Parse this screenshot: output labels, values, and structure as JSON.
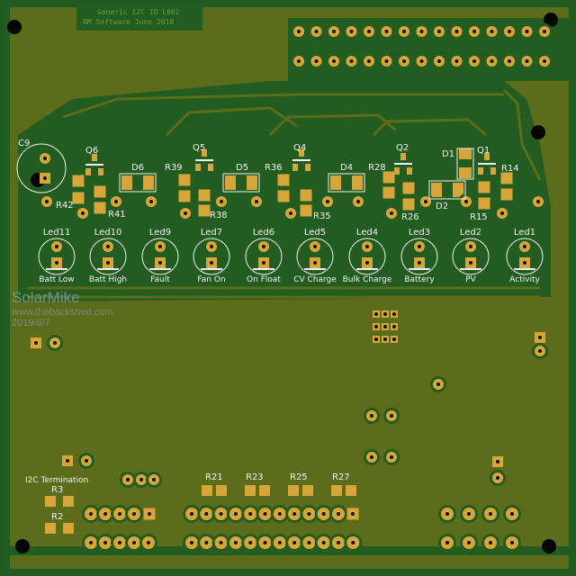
{
  "board": {
    "title_line1": "Generic I2C IO L002",
    "title_line2": "RM Software June 2018",
    "colors": {
      "pour": "#5c6c1a",
      "ground": "#225c20",
      "pad": "#d7a63a",
      "silk": "#f2f2f2"
    }
  },
  "watermark": {
    "name": "SolarMike",
    "url": "www.thebackshed.com",
    "date": "2019/6/7"
  },
  "components": {
    "c9": "C9",
    "q6": "Q6",
    "d6": "D6",
    "r42": "R42",
    "r41": "R41",
    "q5": "Q5",
    "r39": "R39",
    "d5": "D5",
    "r38": "R38",
    "q4": "Q4",
    "r36": "R36",
    "d4": "D4",
    "r35": "R35",
    "q2": "Q2",
    "r28": "R28",
    "r26": "R26",
    "d1": "D1",
    "d2": "D2",
    "q1": "Q1",
    "r14": "R14",
    "r15": "R15",
    "r21": "R21",
    "r23": "R23",
    "r25": "R25",
    "r27": "R27",
    "r3": "R3",
    "r2": "R2",
    "i2c_termination": "I2C Termination"
  },
  "leds": [
    {
      "ref": "Led11",
      "label": "Batt Low"
    },
    {
      "ref": "Led10",
      "label": "Batt High"
    },
    {
      "ref": "Led9",
      "label": "Fault"
    },
    {
      "ref": "Led7",
      "label": "Fan On"
    },
    {
      "ref": "Led6",
      "label": "On Float"
    },
    {
      "ref": "Led5",
      "label": "CV Charge"
    },
    {
      "ref": "Led4",
      "label": "Bulk Charge"
    },
    {
      "ref": "Led3",
      "label": "Battery"
    },
    {
      "ref": "Led2",
      "label": "PV"
    },
    {
      "ref": "Led1",
      "label": "Activity"
    }
  ]
}
